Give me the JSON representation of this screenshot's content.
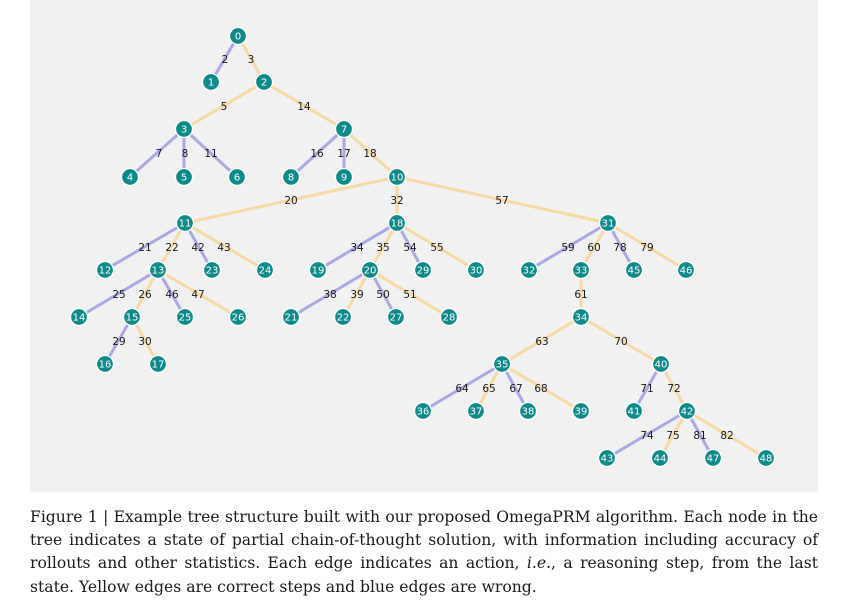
{
  "figure": {
    "caption": {
      "label": "Figure 1 | Example tree structure built with our proposed OmegaPRM algorithm. Each node in the tree indicates a state of partial chain-of-thought solution, with information including accuracy of rollouts and other statistics. Each edge indicates an action, ",
      "emph": "i.e.",
      "rest": ", a reasoning step, from the last state. Yellow edges are correct steps and blue edges are wrong."
    }
  },
  "colors": {
    "node_fill": "#0e8a8a",
    "node_stroke": "#ffffff",
    "correct_edge": "#f7d9a3",
    "wrong_edge": "#a9a9e6",
    "panel_bg": "#f1f1f1"
  },
  "legend": {
    "correct": "Yellow edges are correct steps",
    "wrong": "blue edges are wrong"
  },
  "tree": {
    "nodes": [
      "0",
      "1",
      "2",
      "3",
      "4",
      "5",
      "6",
      "7",
      "8",
      "9",
      "10",
      "11",
      "12",
      "13",
      "14",
      "15",
      "16",
      "17",
      "18",
      "19",
      "20",
      "21",
      "22",
      "23",
      "24",
      "25",
      "26",
      "27",
      "28",
      "29",
      "30",
      "31",
      "32",
      "33",
      "34",
      "35",
      "36",
      "37",
      "38",
      "39",
      "40",
      "41",
      "42",
      "43",
      "44",
      "45",
      "46",
      "47",
      "48"
    ],
    "edges": [
      {
        "from": "0",
        "to": "1",
        "label": "2",
        "correct": false
      },
      {
        "from": "0",
        "to": "2",
        "label": "3",
        "correct": true
      },
      {
        "from": "2",
        "to": "3",
        "label": "5",
        "correct": true
      },
      {
        "from": "2",
        "to": "7",
        "label": "14",
        "correct": true
      },
      {
        "from": "3",
        "to": "4",
        "label": "7",
        "correct": false
      },
      {
        "from": "3",
        "to": "5",
        "label": "8",
        "correct": false
      },
      {
        "from": "3",
        "to": "6",
        "label": "11",
        "correct": false
      },
      {
        "from": "7",
        "to": "8",
        "label": "16",
        "correct": false
      },
      {
        "from": "7",
        "to": "9",
        "label": "17",
        "correct": false
      },
      {
        "from": "7",
        "to": "10",
        "label": "18",
        "correct": true
      },
      {
        "from": "10",
        "to": "11",
        "label": "20",
        "correct": true
      },
      {
        "from": "10",
        "to": "18",
        "label": "32",
        "correct": true
      },
      {
        "from": "10",
        "to": "31",
        "label": "57",
        "correct": true
      },
      {
        "from": "11",
        "to": "12",
        "label": "21",
        "correct": false
      },
      {
        "from": "11",
        "to": "13",
        "label": "22",
        "correct": true
      },
      {
        "from": "11",
        "to": "23",
        "label": "42",
        "correct": false
      },
      {
        "from": "11",
        "to": "24",
        "label": "43",
        "correct": true
      },
      {
        "from": "13",
        "to": "14",
        "label": "25",
        "correct": false
      },
      {
        "from": "13",
        "to": "15",
        "label": "26",
        "correct": true
      },
      {
        "from": "13",
        "to": "25",
        "label": "46",
        "correct": false
      },
      {
        "from": "13",
        "to": "26",
        "label": "47",
        "correct": true
      },
      {
        "from": "15",
        "to": "16",
        "label": "29",
        "correct": false
      },
      {
        "from": "15",
        "to": "17",
        "label": "30",
        "correct": true
      },
      {
        "from": "18",
        "to": "19",
        "label": "34",
        "correct": false
      },
      {
        "from": "18",
        "to": "20",
        "label": "35",
        "correct": true
      },
      {
        "from": "18",
        "to": "29",
        "label": "54",
        "correct": false
      },
      {
        "from": "18",
        "to": "30",
        "label": "55",
        "correct": true
      },
      {
        "from": "20",
        "to": "21",
        "label": "38",
        "correct": false
      },
      {
        "from": "20",
        "to": "22",
        "label": "39",
        "correct": true
      },
      {
        "from": "20",
        "to": "27",
        "label": "50",
        "correct": false
      },
      {
        "from": "20",
        "to": "28",
        "label": "51",
        "correct": true
      },
      {
        "from": "31",
        "to": "32",
        "label": "59",
        "correct": false
      },
      {
        "from": "31",
        "to": "33",
        "label": "60",
        "correct": true
      },
      {
        "from": "31",
        "to": "45",
        "label": "78",
        "correct": false
      },
      {
        "from": "31",
        "to": "46",
        "label": "79",
        "correct": true
      },
      {
        "from": "33",
        "to": "34",
        "label": "61",
        "correct": true
      },
      {
        "from": "34",
        "to": "35",
        "label": "63",
        "correct": true
      },
      {
        "from": "34",
        "to": "40",
        "label": "70",
        "correct": true
      },
      {
        "from": "35",
        "to": "36",
        "label": "64",
        "correct": false
      },
      {
        "from": "35",
        "to": "37",
        "label": "65",
        "correct": true
      },
      {
        "from": "35",
        "to": "38",
        "label": "67",
        "correct": false
      },
      {
        "from": "35",
        "to": "39",
        "label": "68",
        "correct": true
      },
      {
        "from": "40",
        "to": "41",
        "label": "71",
        "correct": false
      },
      {
        "from": "40",
        "to": "42",
        "label": "72",
        "correct": true
      },
      {
        "from": "42",
        "to": "43",
        "label": "74",
        "correct": false
      },
      {
        "from": "42",
        "to": "44",
        "label": "75",
        "correct": true
      },
      {
        "from": "42",
        "to": "47",
        "label": "81",
        "correct": false
      },
      {
        "from": "42",
        "to": "48",
        "label": "82",
        "correct": true
      }
    ]
  }
}
